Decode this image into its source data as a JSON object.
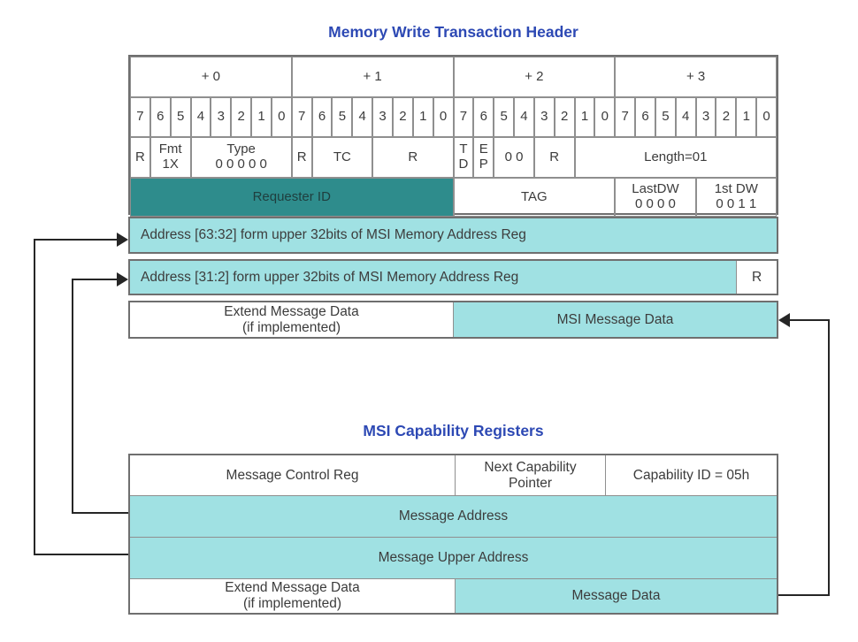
{
  "colors": {
    "teal": "#2e8c8c",
    "cyan": "#a0e1e3",
    "title_blue": "#2d49b4",
    "border_gray": "#6f6f6f",
    "arrow_black": "#262626"
  },
  "header_table": {
    "title": "Memory Write Transaction Header",
    "byte_headers": [
      "+ 0",
      "+ 1",
      "+ 2",
      "+ 3"
    ],
    "bit_numbers": [
      "7",
      "6",
      "5",
      "4",
      "3",
      "2",
      "1",
      "0",
      "7",
      "6",
      "5",
      "4",
      "3",
      "2",
      "1",
      "0",
      "7",
      "6",
      "5",
      "4",
      "3",
      "2",
      "1",
      "0",
      "7",
      "6",
      "5",
      "4",
      "3",
      "2",
      "1",
      "0"
    ],
    "fields": {
      "r_byte0": "R",
      "fmt_line1": "Fmt",
      "fmt_line2": "1X",
      "type_line1": "Type",
      "type_line2": "0 0 0 0 0",
      "r_byte1": "R",
      "tc": "TC",
      "r_byte1_low": "R",
      "td_line1": "T",
      "td_line2": "D",
      "ep_line1": "E",
      "ep_line2": "P",
      "attr_zeros": "0 0",
      "r_byte2": "R",
      "length": "Length=01"
    },
    "dword_row": {
      "requester_id": "Requester ID",
      "tag": "TAG",
      "lastdw_line1": "LastDW",
      "lastdw_line2": "0 0 0 0",
      "firstdw_line1": "1st DW",
      "firstdw_line2": "0 0 1 1"
    },
    "address_upper_row": "Address [63:32] form upper 32bits of MSI Memory Address Reg",
    "address_lower_row": {
      "label": "Address [31:2] form upper 32bits of MSI Memory Address Reg",
      "reserved": "R"
    },
    "data_row": {
      "left_line1": "Extend Message Data",
      "left_line2": "(if implemented)",
      "right": "MSI Message Data"
    }
  },
  "capability_table": {
    "title": "MSI Capability Registers",
    "row1": {
      "message_control": "Message Control Reg",
      "next_cap_line1": "Next Capability",
      "next_cap_line2": "Pointer",
      "capability_id": "Capability ID = 05h"
    },
    "row2": "Message Address",
    "row3": "Message Upper Address",
    "row4": {
      "left_line1": "Extend Message Data",
      "left_line2": "(if implemented)",
      "right": "Message Data"
    }
  }
}
